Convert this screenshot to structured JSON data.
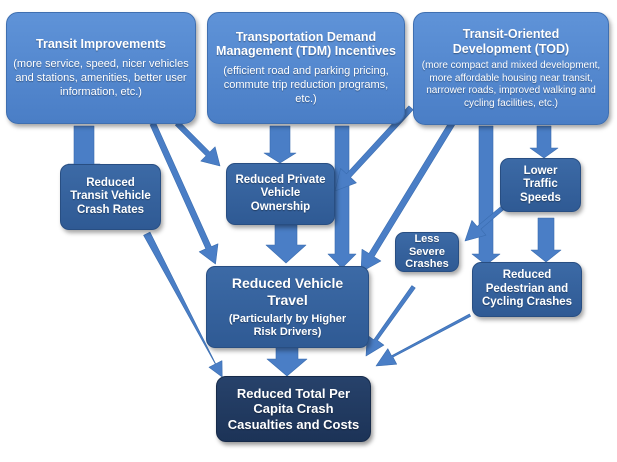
{
  "colors": {
    "top_box": "#5a8fd6",
    "mid_box": "#345f9c",
    "bottom_box": "#213a60",
    "arrow": "#4a7ec6"
  },
  "boxes": {
    "transit_improvements": {
      "title": "Transit Improvements",
      "detail": "(more service, speed, nicer vehicles and stations, amenities, better user information, etc.)"
    },
    "tdm_incentives": {
      "title": "Transportation Demand Management (TDM) Incentives",
      "detail": "(efficient road and parking pricing, commute trip reduction programs, etc.)"
    },
    "tod": {
      "title": "Transit-Oriented Development (TOD)",
      "detail": "(more compact and mixed development, more affordable housing near transit, narrower roads, improved walking and cycling facilities, etc.)"
    },
    "reduced_transit_crash": {
      "title": "Reduced Transit Vehicle Crash Rates"
    },
    "reduced_ownership": {
      "title": "Reduced Private Vehicle Ownership"
    },
    "lower_speeds": {
      "title": "Lower Traffic Speeds"
    },
    "less_severe": {
      "title": "Less Severe Crashes"
    },
    "reduced_travel": {
      "title": "Reduced Vehicle Travel",
      "detail": "(Particularly by Higher Risk Drivers)"
    },
    "reduced_ped_cycle": {
      "title": "Reduced Pedestrian and Cycling Crashes"
    },
    "reduced_total": {
      "title": "Reduced Total Per Capita Crash Casualties and Costs"
    }
  }
}
